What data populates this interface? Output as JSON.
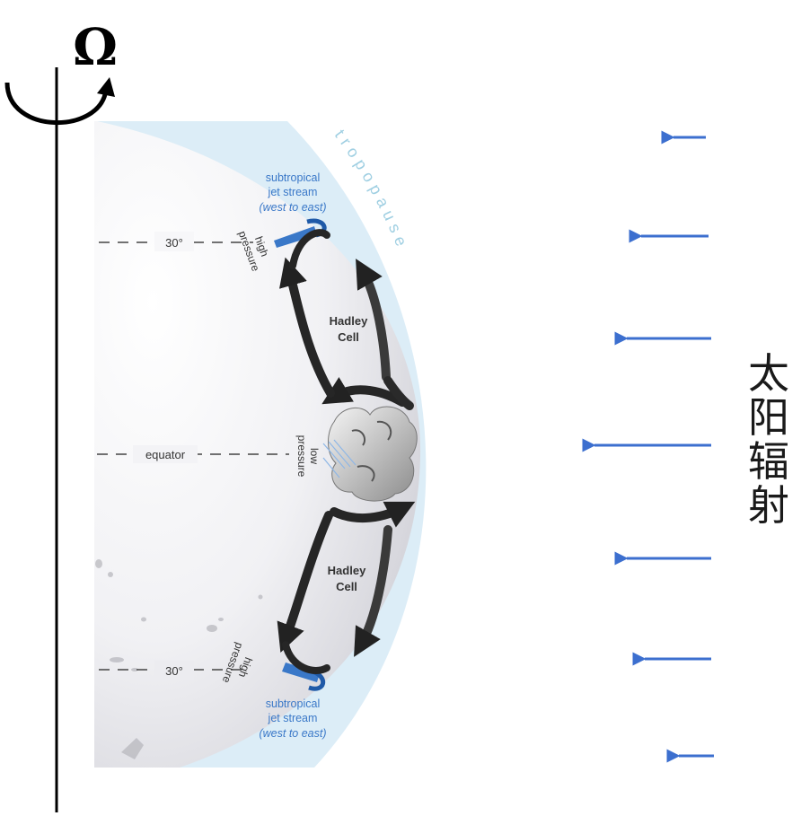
{
  "rotation_symbol": "Ω",
  "labels": {
    "tropopause": "tropopause",
    "jet_north_line1": "subtropical",
    "jet_north_line2": "jet stream",
    "jet_north_line3": "(west to east)",
    "jet_south_line1": "subtropical",
    "jet_south_line2": "jet stream",
    "jet_south_line3": "(west to east)",
    "lat_north": "30°",
    "lat_south": "30°",
    "equator": "equator",
    "high_north_line1": "high",
    "high_north_line2": "pressure",
    "high_south_line1": "high",
    "high_south_line2": "pressure",
    "low_line1": "low",
    "low_line2": "pressure",
    "cell_north_line1": "Hadley",
    "cell_north_line2": "Cell",
    "cell_south_line1": "Hadley",
    "cell_south_line2": "Cell"
  },
  "solar_radiation": [
    "太",
    "阳",
    "辐",
    "射"
  ],
  "colors": {
    "jet": "#3a78c8",
    "radiation_arrow": "#3c6fcf",
    "atmosphere": "#dcedf7",
    "cell_arrow": "#2a2a2a"
  },
  "icons": {
    "rotation": "curved-rotation-arrow-icon",
    "sunlight": "left-arrow-icon"
  }
}
